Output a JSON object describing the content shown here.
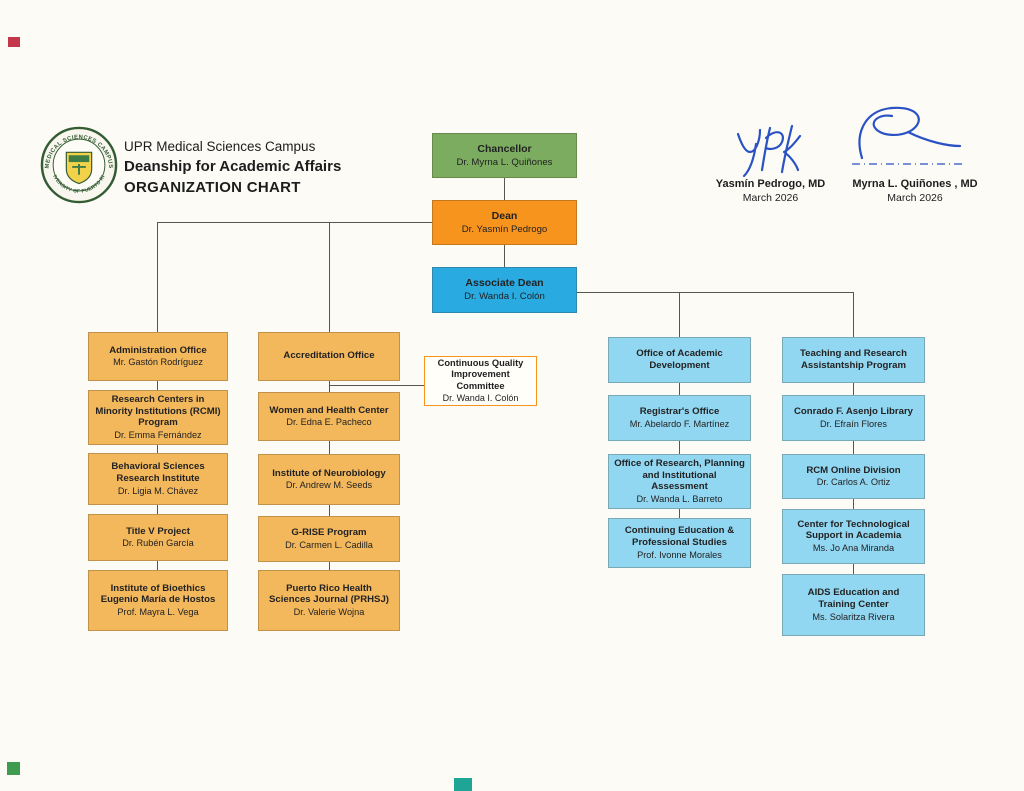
{
  "colors": {
    "paper": "#fcfbf6",
    "chancellor": "#7cac5f",
    "dean": "#f7941e",
    "associate": "#29abe2",
    "left_column": "#f3b85c",
    "right_column": "#92d7f2",
    "ink": "#2a52c4",
    "line": "#5a564f"
  },
  "header": {
    "line1": "UPR Medical Sciences Campus",
    "line2": "Deanship for Academic Affairs",
    "line3": "ORGANIZATION CHART"
  },
  "logo": {
    "arc_top": "MEDICAL SCIENCES CAMPUS",
    "arc_bottom": "UNIVERSITY OF PUERTO RICO"
  },
  "signatures": [
    {
      "name": "Yasmín Pedrogo, MD",
      "date": "March 2026"
    },
    {
      "name": "Myrna L. Quiñones , MD",
      "date": "March 2026"
    }
  ],
  "org": {
    "chancellor": {
      "title": "Chancellor",
      "name": "Dr. Myrna L. Quiñones"
    },
    "dean": {
      "title": "Dean",
      "name": "Dr. Yasmín Pedrogo"
    },
    "associate_dean": {
      "title": "Associate Dean",
      "name": "Dr. Wanda I. Colón"
    },
    "committee": {
      "title": "Continuous Quality Improvement Committee",
      "name": "Dr. Wanda I. Colón"
    },
    "columns": [
      {
        "boxes": [
          {
            "title": "Administration Office",
            "name": "Mr. Gastón Rodríguez"
          },
          {
            "title": "Research Centers in Minority Institutions (RCMI) Program",
            "name": "Dr. Emma Fernández"
          },
          {
            "title": "Behavioral Sciences Research Institute",
            "name": "Dr. Ligia M. Chávez"
          },
          {
            "title": "Title V Project",
            "name": "Dr. Rubén García"
          },
          {
            "title": "Institute of Bioethics Eugenio María de Hostos",
            "name": "Prof. Mayra L. Vega"
          }
        ]
      },
      {
        "boxes": [
          {
            "title": "Accreditation Office",
            "name": ""
          },
          {
            "title": "Women and Health Center",
            "name": "Dr. Edna E. Pacheco"
          },
          {
            "title": "Institute of Neurobiology",
            "name": "Dr. Andrew M. Seeds"
          },
          {
            "title": "G-RISE Program",
            "name": "Dr. Carmen L. Cadilla"
          },
          {
            "title": "Puerto Rico Health Sciences Journal (PRHSJ)",
            "name": "Dr. Valerie Wojna"
          }
        ]
      },
      {
        "boxes": [
          {
            "title": "Office of Academic Development",
            "name": ""
          },
          {
            "title": "Registrar's Office",
            "name": "Mr. Abelardo F. Martínez"
          },
          {
            "title": "Office of Research, Planning and Institutional Assessment",
            "name": "Dr. Wanda L. Barreto"
          },
          {
            "title": "Continuing Education & Professional Studies",
            "name": "Prof. Ivonne Morales"
          }
        ]
      },
      {
        "boxes": [
          {
            "title": "Teaching and Research Assistantship Program",
            "name": ""
          },
          {
            "title": "Conrado F. Asenjo Library",
            "name": "Dr. Efraín Flores"
          },
          {
            "title": "RCM Online Division",
            "name": "Dr. Carlos A. Ortiz"
          },
          {
            "title": "Center for Technological Support in Academia",
            "name": "Ms. Jo Ana Miranda"
          },
          {
            "title": "AIDS Education and Training Center",
            "name": "Ms. Solaritza Rivera"
          }
        ]
      }
    ]
  }
}
